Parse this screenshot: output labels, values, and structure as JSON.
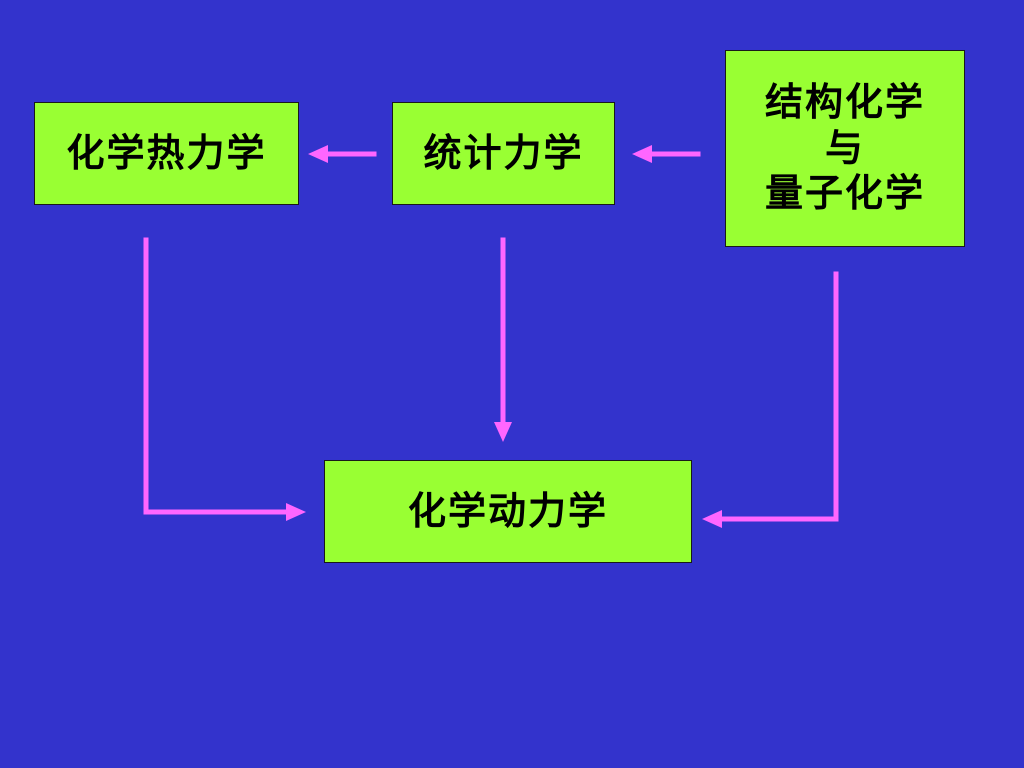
{
  "colors": {
    "background": "#3333cc",
    "box_fill": "#99ff33",
    "arrow": "#ff66ff"
  },
  "nodes": {
    "thermodynamics": {
      "label": "化学热力学"
    },
    "statistical": {
      "label": "统计力学"
    },
    "structural": {
      "lines": [
        "结构化学",
        "与",
        "量子化学"
      ]
    },
    "kinetics": {
      "label": "化学动力学"
    }
  },
  "edges": [
    {
      "from": "structural",
      "to": "statistical"
    },
    {
      "from": "statistical",
      "to": "thermodynamics"
    },
    {
      "from": "statistical",
      "to": "kinetics"
    },
    {
      "from": "thermodynamics",
      "to": "kinetics"
    },
    {
      "from": "structural",
      "to": "kinetics"
    }
  ]
}
